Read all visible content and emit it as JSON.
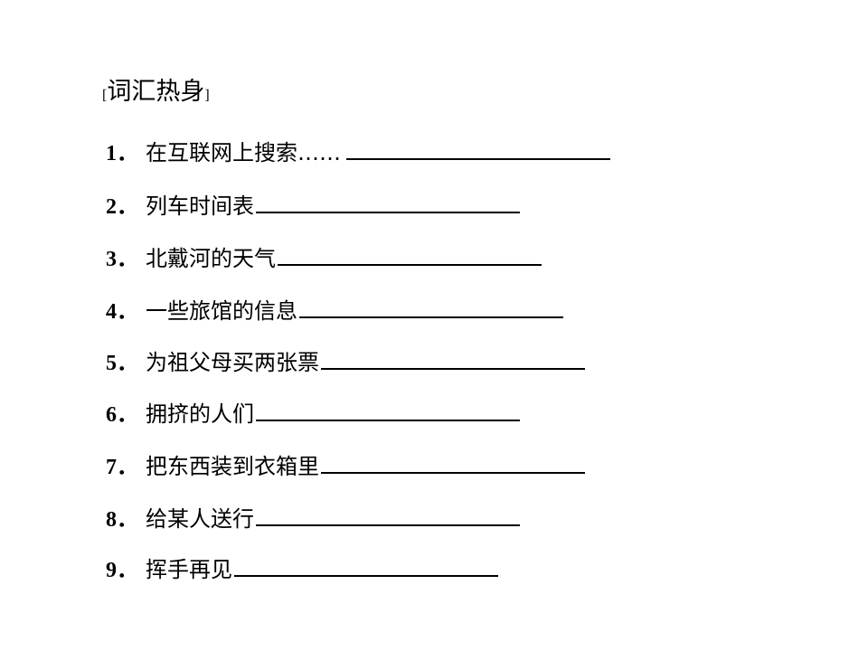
{
  "section": {
    "open_bracket": "[",
    "title": "词汇热身",
    "close_bracket": "]"
  },
  "items": [
    {
      "number": "1．",
      "phrase": "在互联网上搜索……"
    },
    {
      "number": "2．",
      "phrase": "列车时间表"
    },
    {
      "number": "3．",
      "phrase": "北戴河的天气"
    },
    {
      "number": "4．",
      "phrase": "一些旅馆的信息"
    },
    {
      "number": "5．",
      "phrase": "为祖父母买两张票"
    },
    {
      "number": "6．",
      "phrase": "拥挤的人们"
    },
    {
      "number": "7．",
      "phrase": "把东西装到衣箱里"
    },
    {
      "number": "8．",
      "phrase": "给某人送行"
    },
    {
      "number": "9．",
      "phrase": "挥手再见"
    }
  ]
}
